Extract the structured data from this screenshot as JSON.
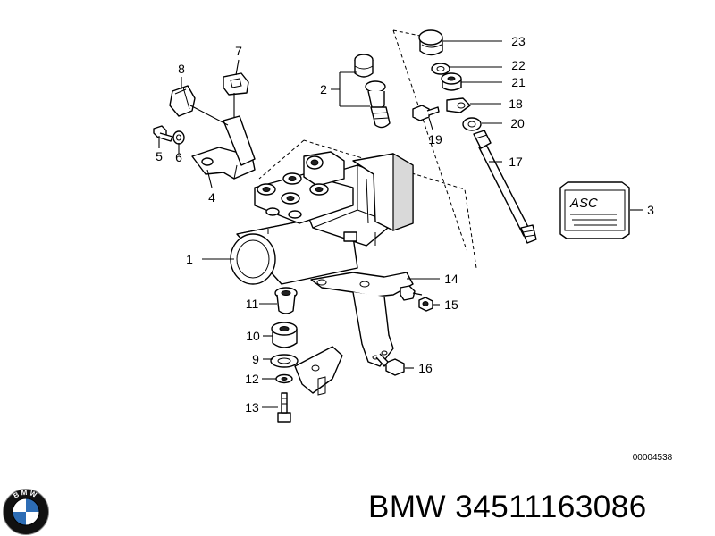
{
  "diagram": {
    "callouts": [
      {
        "id": "1",
        "label": "1"
      },
      {
        "id": "2",
        "label": "2"
      },
      {
        "id": "3",
        "label": "3"
      },
      {
        "id": "4",
        "label": "4"
      },
      {
        "id": "5",
        "label": "5"
      },
      {
        "id": "6",
        "label": "6"
      },
      {
        "id": "7",
        "label": "7"
      },
      {
        "id": "8",
        "label": "8"
      },
      {
        "id": "9",
        "label": "9"
      },
      {
        "id": "10",
        "label": "10"
      },
      {
        "id": "11",
        "label": "11"
      },
      {
        "id": "12",
        "label": "12"
      },
      {
        "id": "13",
        "label": "13"
      },
      {
        "id": "14",
        "label": "14"
      },
      {
        "id": "15",
        "label": "15"
      },
      {
        "id": "16",
        "label": "16"
      },
      {
        "id": "17",
        "label": "17"
      },
      {
        "id": "18",
        "label": "18"
      },
      {
        "id": "19",
        "label": "19"
      },
      {
        "id": "20",
        "label": "20"
      },
      {
        "id": "21",
        "label": "21"
      },
      {
        "id": "22",
        "label": "22"
      },
      {
        "id": "23",
        "label": "23"
      }
    ],
    "drawing_number": "00004538",
    "cover_badge": "ASC"
  },
  "caption": {
    "brand": "BMW",
    "part_number": "34511163086"
  },
  "logo": {
    "text": "BMW",
    "colors": {
      "blue": "#2d6db5",
      "white": "#ffffff",
      "ring": "#111111"
    }
  }
}
